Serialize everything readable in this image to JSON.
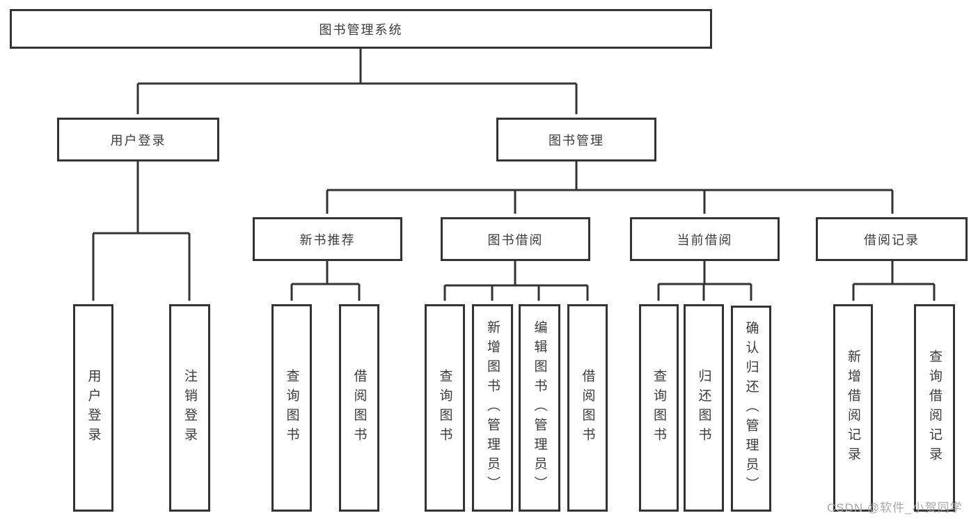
{
  "diagram_title": "图书管理系统",
  "colors": {
    "line": "#333333",
    "box_border": "#333333",
    "text": "#3b3b3b",
    "watermark": "#a8a8a8",
    "background": "#ffffff"
  },
  "watermark": {
    "text": "CSDN @软件_小贺同学"
  },
  "nodes": {
    "root": {
      "label": "图书管理系统"
    },
    "user_login": {
      "label": "用户登录"
    },
    "book_mgmt": {
      "label": "图书管理"
    },
    "new_book_rec": {
      "label": "新书推荐"
    },
    "book_borrow": {
      "label": "图书借阅"
    },
    "current_borrow": {
      "label": "当前借阅"
    },
    "borrow_records": {
      "label": "借阅记录"
    },
    "leaf_user_login": {
      "label": "用户登录"
    },
    "leaf_logout": {
      "label": "注销登录"
    },
    "leaf_nb_query": {
      "label": "查询图书"
    },
    "leaf_nb_borrow": {
      "label": "借阅图书"
    },
    "leaf_bb_query": {
      "label": "查询图书"
    },
    "leaf_bb_add": {
      "label": "新增图书（管理员）"
    },
    "leaf_bb_edit": {
      "label": "编辑图书（管理员）"
    },
    "leaf_bb_borrow": {
      "label": "借阅图书"
    },
    "leaf_cb_query": {
      "label": "查询图书"
    },
    "leaf_cb_return": {
      "label": "归还图书"
    },
    "leaf_cb_confirm": {
      "label": "确认归还（管理员）"
    },
    "leaf_br_add": {
      "label": "新增借阅记录"
    },
    "leaf_br_query": {
      "label": "查询借阅记录"
    }
  },
  "hierarchy": {
    "图书管理系统": [
      "用户登录",
      "图书管理"
    ],
    "用户登录": [
      "用户登录",
      "注销登录"
    ],
    "图书管理": [
      "新书推荐",
      "图书借阅",
      "当前借阅",
      "借阅记录"
    ],
    "新书推荐": [
      "查询图书",
      "借阅图书"
    ],
    "图书借阅": [
      "查询图书",
      "新增图书（管理员）",
      "编辑图书（管理员）",
      "借阅图书"
    ],
    "当前借阅": [
      "查询图书",
      "归还图书",
      "确认归还（管理员）"
    ],
    "借阅记录": [
      "新增借阅记录",
      "查询借阅记录"
    ]
  }
}
